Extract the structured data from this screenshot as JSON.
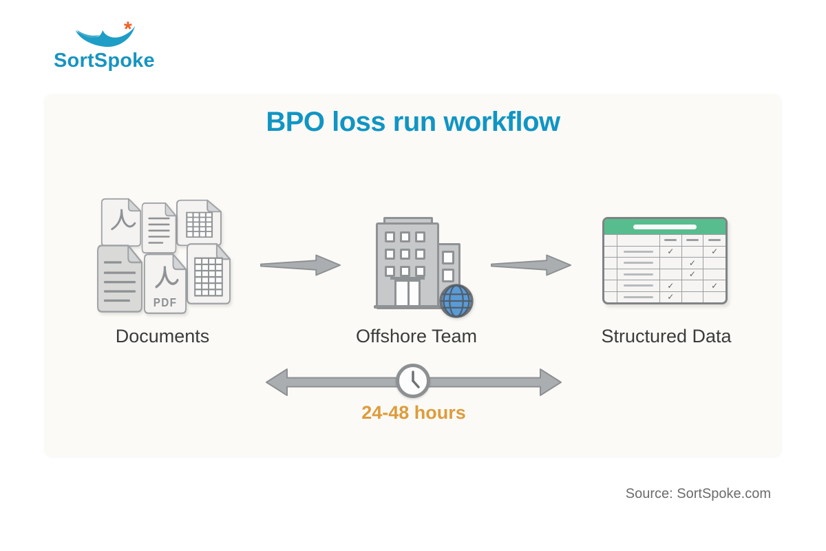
{
  "logo": {
    "name": "SortSpoke",
    "asterisk": "*"
  },
  "diagram": {
    "title": "BPO loss run workflow",
    "stages": [
      {
        "id": "documents",
        "label": "Documents",
        "icon": "documents-stack-icon"
      },
      {
        "id": "offshore-team",
        "label": "Offshore Team",
        "icon": "office-building-globe-icon"
      },
      {
        "id": "structured-data",
        "label": "Structured Data",
        "icon": "spreadsheet-table-icon"
      }
    ],
    "documents_icon": {
      "pdf_label": "PDF"
    },
    "timeline": {
      "label": "24-48 hours",
      "icon": "clock-icon"
    },
    "table_icon": {
      "columns": 5,
      "header_dash_cols": [
        2,
        3,
        4
      ],
      "rows": [
        {
          "checks": [
            2,
            4
          ]
        },
        {
          "checks": [
            3
          ]
        },
        {
          "checks": [
            3
          ]
        },
        {
          "checks": [
            2,
            4
          ]
        },
        {
          "checks": [
            2
          ]
        }
      ],
      "check_glyph": "✓"
    }
  },
  "footer": {
    "source": "Source: SortSpoke.com"
  },
  "colors": {
    "brand_teal": "#1095c4",
    "accent_orange": "#f05e23",
    "duration_amber": "#dd9c3c",
    "table_green": "#57bd8e",
    "arrow_gray": "#abaeb1",
    "outline_gray": "#8d9093",
    "label_gray": "#3b3b3b",
    "panel_bg": "#fbfaf6"
  }
}
